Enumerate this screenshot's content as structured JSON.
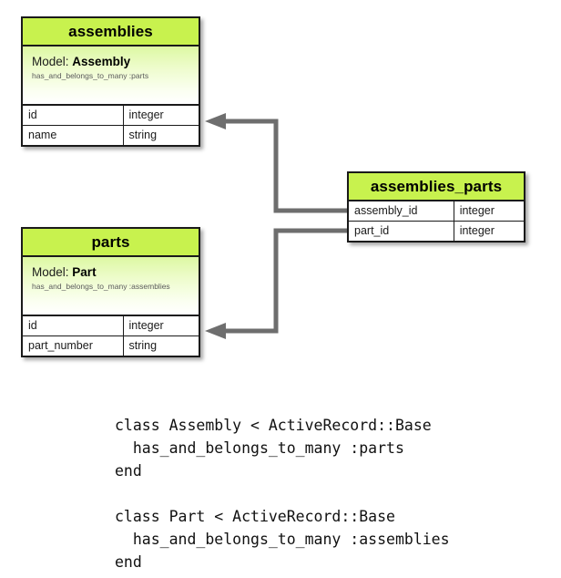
{
  "diagram": {
    "type": "entity-relationship",
    "palette": {
      "header_green": "#c8f24e",
      "body_gradient_top": "#ddf8a3",
      "body_gradient_bottom": "#ffffff",
      "border": "#1a1a1a",
      "connector": "#6e6e6e",
      "text": "#1a1a1a",
      "assoc_text": "#5b5b5b"
    },
    "entities": [
      {
        "id": "assemblies",
        "title": "assemblies",
        "model_label": "Model:",
        "model_name": "Assembly",
        "association": "has_and_belongs_to_many :parts",
        "attributes": [
          {
            "name": "id",
            "type": "integer"
          },
          {
            "name": "name",
            "type": "string"
          }
        ]
      },
      {
        "id": "parts",
        "title": "parts",
        "model_label": "Model:",
        "model_name": "Part",
        "association": "has_and_belongs_to_many :assemblies",
        "attributes": [
          {
            "name": "id",
            "type": "integer"
          },
          {
            "name": "part_number",
            "type": "string"
          }
        ]
      },
      {
        "id": "assemblies_parts",
        "title": "assemblies_parts",
        "attributes": [
          {
            "name": "assembly_id",
            "type": "integer"
          },
          {
            "name": "part_id",
            "type": "integer"
          }
        ]
      }
    ],
    "relationships": [
      {
        "from": "assemblies_parts.assembly_id",
        "to": "assemblies.id",
        "arrow": "to"
      },
      {
        "from": "assemblies_parts.part_id",
        "to": "parts.id",
        "arrow": "to"
      }
    ]
  },
  "code": {
    "listing": "class Assembly < ActiveRecord::Base\n  has_and_belongs_to_many :parts\nend\n\nclass Part < ActiveRecord::Base\n  has_and_belongs_to_many :assemblies\nend"
  }
}
